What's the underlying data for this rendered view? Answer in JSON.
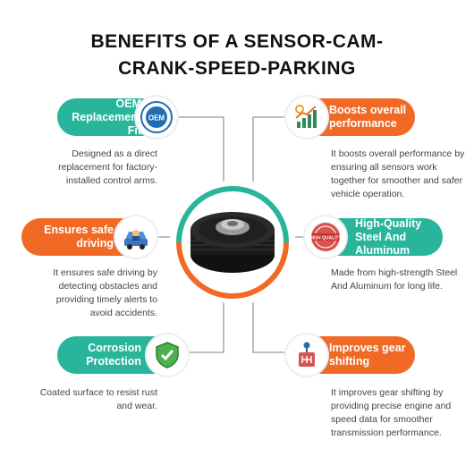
{
  "title": {
    "line1": "BENEFITS OF A SENSOR-CAM-",
    "line2": "CRANK-SPEED-PARKING"
  },
  "colors": {
    "teal": "#29b59b",
    "orange": "#f06a26"
  },
  "benefits": [
    {
      "heading_lines": [
        "OEM",
        "Replacement Fit"
      ],
      "icon": "oem-badge-icon",
      "description": "Designed as a direct replacement for factory-installed control arms."
    },
    {
      "heading_lines": [
        "Boosts overall",
        "performance"
      ],
      "icon": "performance-growth-icon",
      "description": "It boosts overall performance by ensuring all sensors work together for smoother and safer vehicle operation."
    },
    {
      "heading_lines": [
        "Ensures safe",
        "driving"
      ],
      "icon": "driver-car-icon",
      "description": "It ensures safe driving by detecting obstacles and providing timely alerts to avoid accidents."
    },
    {
      "heading_lines": [
        "High-Quality",
        "Steel And",
        "Aluminum"
      ],
      "icon": "high-quality-stamp-icon",
      "description": "Made from high-strength Steel And Aluminum for long life."
    },
    {
      "heading_lines": [
        "Corrosion",
        "Protection"
      ],
      "icon": "shield-check-icon",
      "description": "Coated surface to resist rust and wear."
    },
    {
      "heading_lines": [
        "Improves gear",
        "shifting"
      ],
      "icon": "gear-shifter-icon",
      "description": "It improves gear shifting by providing precise engine and speed data for smoother transmission performance."
    }
  ],
  "stamp_text": "HIGH QUALITY",
  "oem_text": "OEM"
}
